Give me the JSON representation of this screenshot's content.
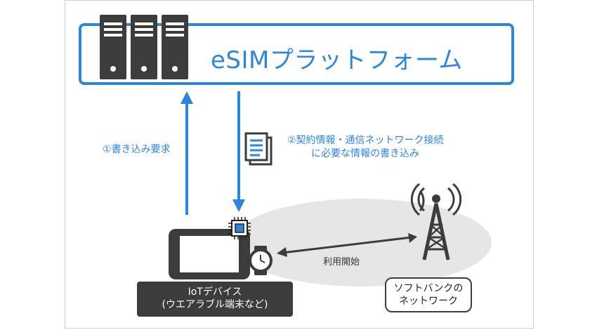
{
  "platform": {
    "title": "eSIMプラットフォーム"
  },
  "flow": {
    "request_label": "①書き込み要求",
    "write_label_line1": "②契約情報・通信ネットワーク接続",
    "write_label_line2": "に必要な情報の書き込み",
    "start_label": "利用開始"
  },
  "device": {
    "label_line1": "IoTデバイス",
    "label_line2": "(ウエアラブル端末など)"
  },
  "network": {
    "label_line1": "ソフトバンクの",
    "label_line2": "ネットワーク"
  },
  "colors": {
    "accent": "#2b86e0",
    "dark": "#3c3c3c",
    "cloud": "#e6e6e6"
  },
  "icons": [
    "server-icon",
    "document-icon",
    "chip-icon",
    "tablet-icon",
    "smartwatch-icon",
    "antenna-tower-icon"
  ]
}
